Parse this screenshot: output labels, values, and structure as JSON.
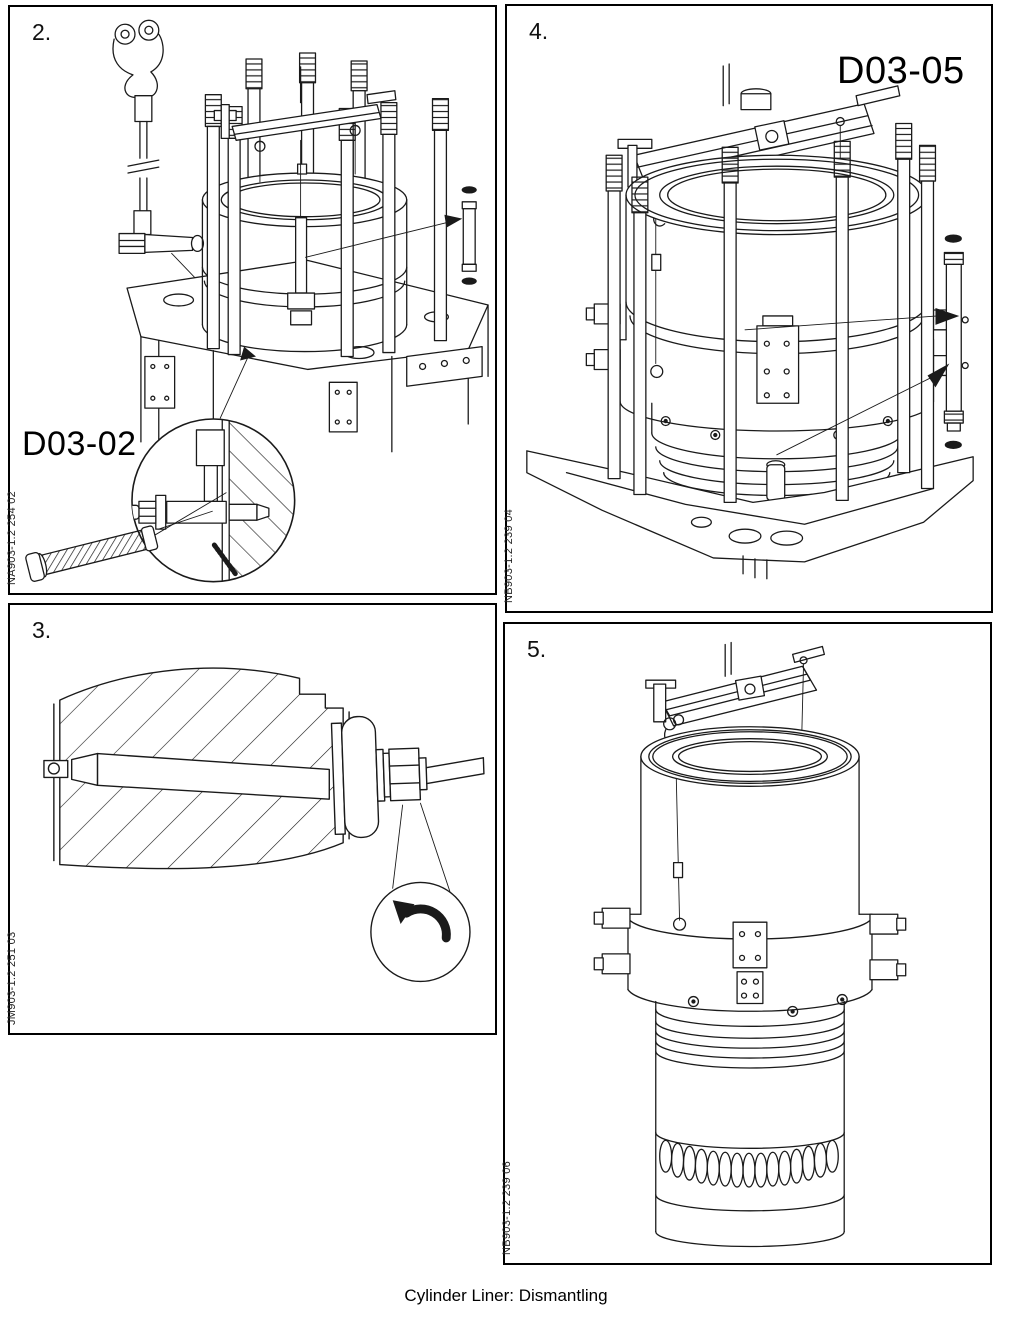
{
  "caption": "Cylinder Liner: Dismantling",
  "colors": {
    "line": "#1a1a1a",
    "paper": "#ffffff"
  },
  "panels": {
    "p2": {
      "number": "2.",
      "tool_code": "D03-02",
      "figure_ref": "NA903-1.2 254 02"
    },
    "p3": {
      "number": "3.",
      "figure_ref": "JM903-1.2 251 03"
    },
    "p4": {
      "number": "4.",
      "tool_code": "D03-05",
      "figure_ref": "NB903-1.2 239 04"
    },
    "p5": {
      "number": "5.",
      "figure_ref": "NB903-1.2 239 06"
    }
  }
}
